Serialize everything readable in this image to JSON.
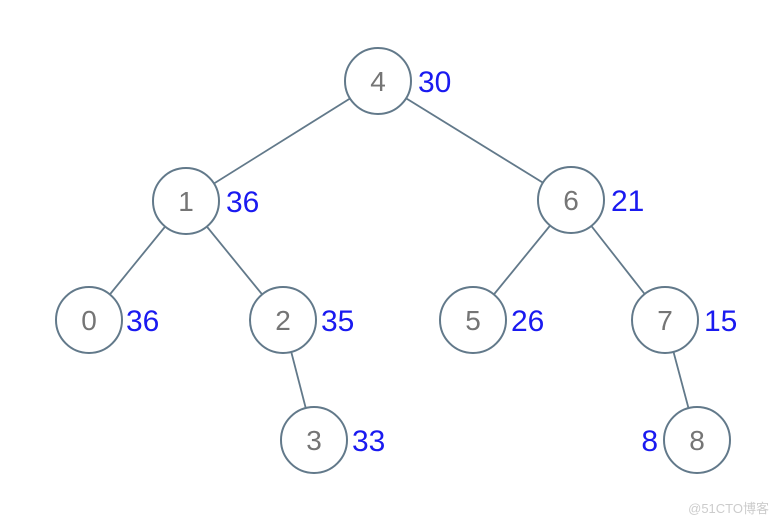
{
  "diagram": {
    "type": "binary-tree",
    "root": "4",
    "nodes": [
      {
        "id": "0",
        "value": "36",
        "value_side": "right"
      },
      {
        "id": "1",
        "value": "36",
        "value_side": "right"
      },
      {
        "id": "2",
        "value": "35",
        "value_side": "right"
      },
      {
        "id": "3",
        "value": "33",
        "value_side": "right"
      },
      {
        "id": "4",
        "value": "30",
        "value_side": "right"
      },
      {
        "id": "5",
        "value": "26",
        "value_side": "right"
      },
      {
        "id": "6",
        "value": "21",
        "value_side": "right"
      },
      {
        "id": "7",
        "value": "15",
        "value_side": "right"
      },
      {
        "id": "8",
        "value": "8",
        "value_side": "left"
      }
    ],
    "edges": [
      {
        "from": "4",
        "to": "1",
        "side": "left"
      },
      {
        "from": "4",
        "to": "6",
        "side": "right"
      },
      {
        "from": "1",
        "to": "0",
        "side": "left"
      },
      {
        "from": "1",
        "to": "2",
        "side": "right"
      },
      {
        "from": "2",
        "to": "3",
        "side": "right"
      },
      {
        "from": "6",
        "to": "5",
        "side": "left"
      },
      {
        "from": "6",
        "to": "7",
        "side": "right"
      },
      {
        "from": "7",
        "to": "8",
        "side": "right"
      }
    ]
  },
  "watermark": {
    "text": "@51CTO博客"
  },
  "colors": {
    "edge_color": "#62798a",
    "node_stroke": "#62798a",
    "node_fill": "#ffffff",
    "node_label_color": "#757575",
    "value_color": "#1a1af0",
    "watermark_color": "#cccccc",
    "background": "#ffffff"
  }
}
